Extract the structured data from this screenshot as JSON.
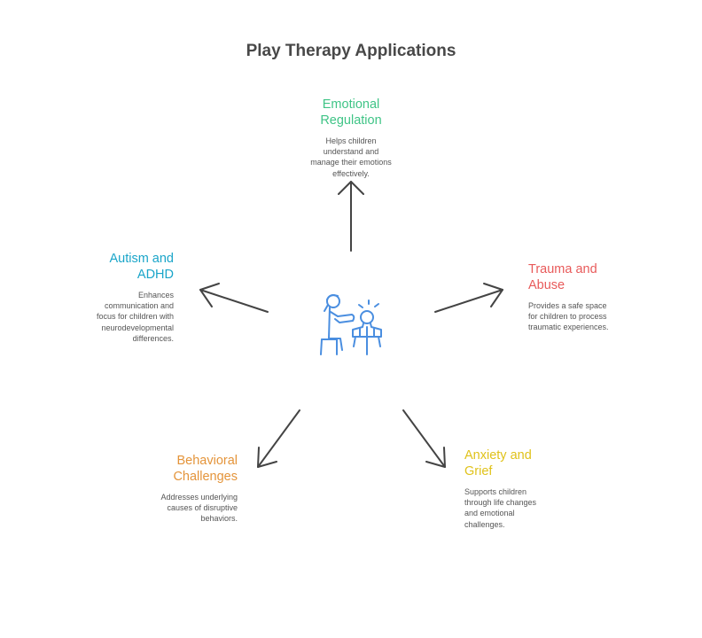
{
  "title": "Play Therapy Applications",
  "center_icon": "therapist-with-child-icon",
  "colors": {
    "arrow": "#444444",
    "icon": "#4a8ee0"
  },
  "nodes": [
    {
      "id": "emotional-regulation",
      "title_line1": "Emotional",
      "title_line2": "Regulation",
      "desc": [
        "Helps children",
        "understand and",
        "manage their emotions",
        "effectively."
      ],
      "color": "#3fc486"
    },
    {
      "id": "trauma-and-abuse",
      "title_line1": "Trauma and",
      "title_line2": "Abuse",
      "desc": [
        "Provides a safe space",
        "for children to process",
        "traumatic experiences."
      ],
      "color": "#e85a5a"
    },
    {
      "id": "anxiety-and-grief",
      "title_line1": "Anxiety and",
      "title_line2": "Grief",
      "desc": [
        "Supports children",
        "through life changes",
        "and emotional",
        "challenges."
      ],
      "color": "#e0c21a"
    },
    {
      "id": "behavioral-challenges",
      "title_line1": "Behavioral",
      "title_line2": "Challenges",
      "desc": [
        "Addresses underlying",
        "causes of disruptive",
        "behaviors."
      ],
      "color": "#e4943a"
    },
    {
      "id": "autism-and-adhd",
      "title_line1": "Autism and",
      "title_line2": "ADHD",
      "desc": [
        "Enhances",
        "communication and",
        "focus for children with",
        "neurodevelopmental",
        "differences."
      ],
      "color": "#1aa5c9"
    }
  ]
}
